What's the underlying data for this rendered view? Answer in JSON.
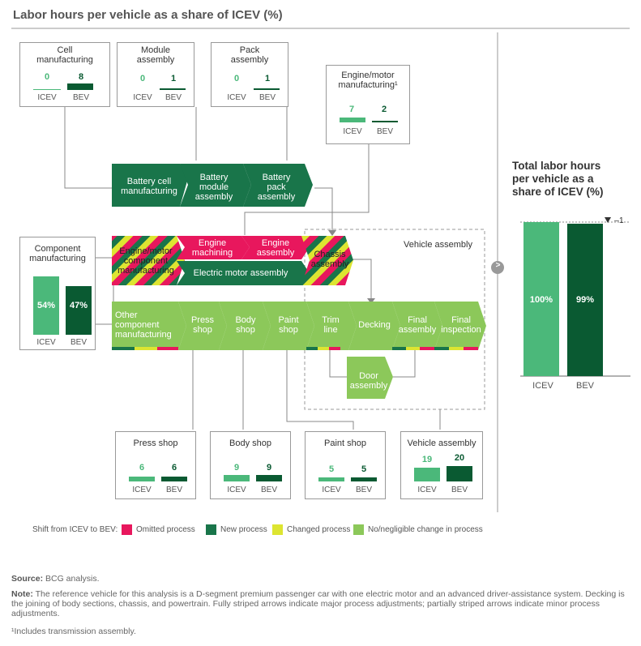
{
  "title": "Labor hours per vehicle as a share of ICEV (%)",
  "colors": {
    "icev": "#4bb87a",
    "bev": "#0a5a32",
    "new": "#19754a",
    "omitted": "#e8175d",
    "changed": "#dde531",
    "nochange": "#8cc85a"
  },
  "top_boxes": [
    {
      "title": "Cell\nmanufacturing",
      "icev": "0",
      "bev": "8"
    },
    {
      "title": "Module\nassembly",
      "icev": "0",
      "bev": "1"
    },
    {
      "title": "Pack\nassembly",
      "icev": "0",
      "bev": "1"
    },
    {
      "title": "Engine/motor\nmanufacturing¹",
      "icev": "7",
      "bev": "2"
    }
  ],
  "component_box": {
    "title": "Component\nmanufacturing",
    "icev": "54%",
    "bev": "47%"
  },
  "bottom_boxes": [
    {
      "title": "Press shop",
      "icev": "6",
      "bev": "6"
    },
    {
      "title": "Body shop",
      "icev": "9",
      "bev": "9"
    },
    {
      "title": "Paint shop",
      "icev": "5",
      "bev": "5"
    },
    {
      "title": "Vehicle assembly",
      "icev": "19",
      "bev": "20"
    }
  ],
  "axis": {
    "icev": "ICEV",
    "bev": "BEV"
  },
  "battery_row": [
    "Battery cell\nmanufacturing",
    "Battery\nmodule\nassembly",
    "Battery\npack\nassembly"
  ],
  "engine_row": {
    "component": "Engine/motor\ncomponent\nmanufacturing",
    "machining": "Engine\nmachining",
    "assembly": "Engine\nassembly",
    "motor": "Electric motor assembly",
    "chassis": "Chassis\nassembly"
  },
  "main_row": [
    "Other\ncomponent\nmanufacturing",
    "Press\nshop",
    "Body\nshop",
    "Paint\nshop",
    "Trim\nline",
    "Decking",
    "Final\nassembly",
    "Final\ninspection"
  ],
  "door": "Door\nassembly",
  "vehicle_assembly_label": "Vehicle assembly",
  "total": {
    "title": "Total labor hours\nper vehicle as a\nshare of ICEV (%)",
    "icev": "100%",
    "bev": "99%",
    "delta": "–1",
    "arrow": ">"
  },
  "legend": {
    "prefix": "Shift from ICEV to BEV:",
    "omitted": "Omitted process",
    "new": "New process",
    "changed": "Changed process",
    "nochange": "No/negligible change in process"
  },
  "footer": {
    "source_label": "Source:",
    "source": "BCG analysis.",
    "note_label": "Note:",
    "note": "The reference vehicle for this analysis is a D-segment premium passenger car with one electric motor and an advanced driver-assistance system. Decking is the joining of body sections, chassis, and powertrain. Fully striped arrows indicate major process adjustments; partially striped arrows indicate minor process adjustments.",
    "footnote": "¹Includes transmission assembly."
  }
}
